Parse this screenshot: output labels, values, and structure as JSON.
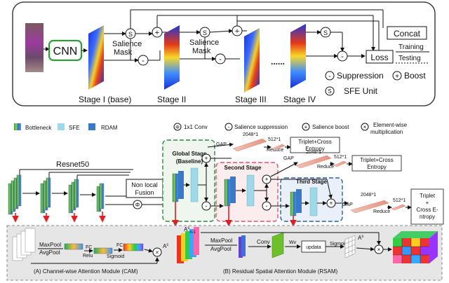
{
  "top": {
    "cnn": "CNN",
    "stage1": "Stage I (base)",
    "stage2": "Stage II",
    "stage3": "Stage III",
    "stage4": "Stage IV",
    "salience_mask_1a": "Salience",
    "salience_mask_1b": "Mask",
    "salience_mask_2a": "Salience",
    "salience_mask_2b": "Mask",
    "s_symbol": "S",
    "plus_symbol": "+",
    "minus_symbol": "-",
    "dots": "......",
    "concat": "Concat",
    "loss": "Loss",
    "training": "Training",
    "testing": "Testing",
    "legend_suppression": "Suppression",
    "legend_boost": "Boost",
    "legend_sfe": "SFE Unit"
  },
  "legend": {
    "bottleneck": "Bottleneck",
    "sfe": "SFE",
    "rdam": "RDAM",
    "conv": "1x1 Conv",
    "conv_symbol": "Φ",
    "suppression": "Salience suppression",
    "boost": "Salience boost",
    "mult_a": "Element-wise",
    "mult_b": "multiplication"
  },
  "bottom": {
    "resnet": "Resnet50",
    "nonlocal_a": "Non local",
    "nonlocal_b": "Fusion",
    "global_a": "Global Stage",
    "global_b": "(Baseline)",
    "second": "Second Stage",
    "third": "Third Stage",
    "gap": "GAP",
    "reduce": "Reduce",
    "dim2048": "2048*1",
    "dim512": "512*1",
    "triplet1_a": "Triplet+Cross",
    "triplet1_b": "Entropy",
    "triplet2_a": "Triplet+Cross",
    "triplet2_b": "Entropy",
    "triplet3_a": "Triplet",
    "triplet3_b": "+",
    "triplet3_c": "Cross E-",
    "triplet3_d": "ntropy"
  },
  "attention": {
    "maxpool": "MaxPool",
    "avgpool": "AvgPool",
    "fc": "FC",
    "relu": "Relu",
    "sigmoid": "Sigmoid",
    "conv": "Conv",
    "wv": "Wv",
    "updata": "updata",
    "an1": "A",
    "an1_sup": "s",
    "an1_sub": "n-1",
    "ac": "A",
    "ac_sup": "c",
    "as": "A",
    "as_sup": "s",
    "cam": "(A) Channel-wise  Attention Module (CAM)",
    "rsam": "(B) Residual Spatial Attention Module (RSAM)"
  }
}
